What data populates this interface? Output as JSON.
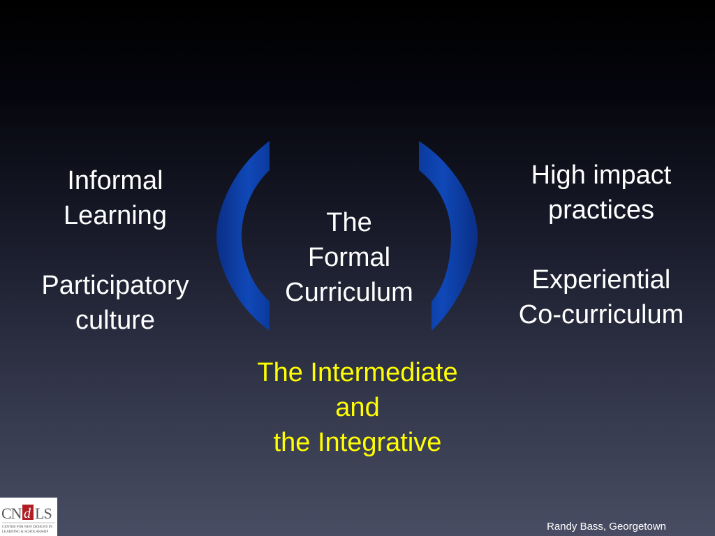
{
  "left": {
    "line1": "Informal",
    "line2": "Learning",
    "line3": "Participatory",
    "line4": "culture"
  },
  "center": {
    "line1": "The",
    "line2": "Formal",
    "line3": "Curriculum"
  },
  "right": {
    "line1": "High impact",
    "line2": "practices",
    "line3": "Experiential",
    "line4": "Co-curriculum"
  },
  "bottom": {
    "line1": "The Intermediate",
    "line2": "and",
    "line3": "the Integrative"
  },
  "footer": {
    "credit": "Randy Bass, Georgetown"
  },
  "logo": {
    "wordmark": "CNDLS",
    "tagline": "CENTER FOR NEW DESIGNS IN LEARNING & SCHOLARSHIP"
  },
  "colors": {
    "text": "#ffffff",
    "highlight": "#ffff00",
    "bracket": "#0d3fa8",
    "logo_accent": "#b01e23"
  }
}
